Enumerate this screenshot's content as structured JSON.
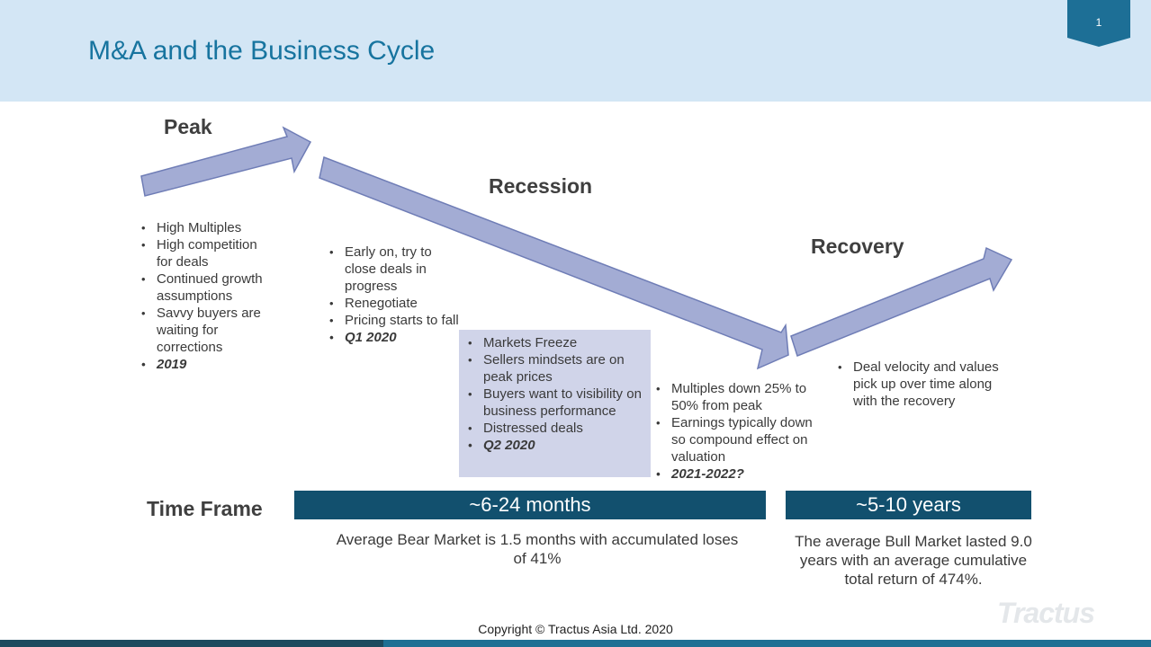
{
  "slide": {
    "title": "M&A and the Business Cycle",
    "page_number": "1"
  },
  "phases": {
    "peak": {
      "label": "Peak",
      "bullets": [
        {
          "text": "High Multiples",
          "emphasis": false
        },
        {
          "text": "High competition for deals",
          "emphasis": false
        },
        {
          "text": "Continued growth assumptions",
          "emphasis": false
        },
        {
          "text": "Savvy buyers are waiting for corrections",
          "emphasis": false
        },
        {
          "text": "2019",
          "emphasis": true
        }
      ]
    },
    "early_recession": {
      "bullets": [
        {
          "text": "Early on, try to close deals in progress",
          "emphasis": false
        },
        {
          "text": "Renegotiate",
          "emphasis": false
        },
        {
          "text": "Pricing starts to fall",
          "emphasis": false
        },
        {
          "text": "Q1 2020",
          "emphasis": true
        }
      ]
    },
    "recession": {
      "label": "Recession",
      "bullets": [
        {
          "text": "Markets Freeze",
          "emphasis": false
        },
        {
          "text": "Sellers mindsets are on peak prices",
          "emphasis": false
        },
        {
          "text": "Buyers want to visibility on business performance",
          "emphasis": false
        },
        {
          "text": "Distressed deals",
          "emphasis": false
        },
        {
          "text": "Q2 2020",
          "emphasis": true
        }
      ]
    },
    "trough": {
      "bullets": [
        {
          "text": "Multiples down 25% to 50% from peak",
          "emphasis": false
        },
        {
          "text": "Earnings typically down so compound effect on valuation",
          "emphasis": false
        },
        {
          "text": "2021-2022?",
          "emphasis": true
        }
      ]
    },
    "recovery": {
      "label": "Recovery",
      "bullets": [
        {
          "text": "Deal velocity and values pick up over time along with the recovery",
          "emphasis": false
        }
      ]
    }
  },
  "timeframe": {
    "label": "Time Frame",
    "bear": {
      "bar_label": "~6-24 months",
      "caption": "Average Bear Market is 1.5 months with accumulated loses of 41%"
    },
    "bull": {
      "bar_label": "~5-10 years",
      "caption": "The average Bull Market lasted 9.0 years with an average cumulative total return of 474%."
    }
  },
  "footer": {
    "copyright": "Copyright © Tractus Asia Ltd. 2020",
    "logo_text": "Tractus"
  },
  "colors": {
    "header_band": "#d3e6f5",
    "title": "#17749f",
    "arrow_fill": "#a3acd4",
    "arrow_stroke": "#6f7db6",
    "freeze_box": "#d0d4e9",
    "timeframe_bar": "#12506e",
    "page_tab": "#1d6f96"
  }
}
